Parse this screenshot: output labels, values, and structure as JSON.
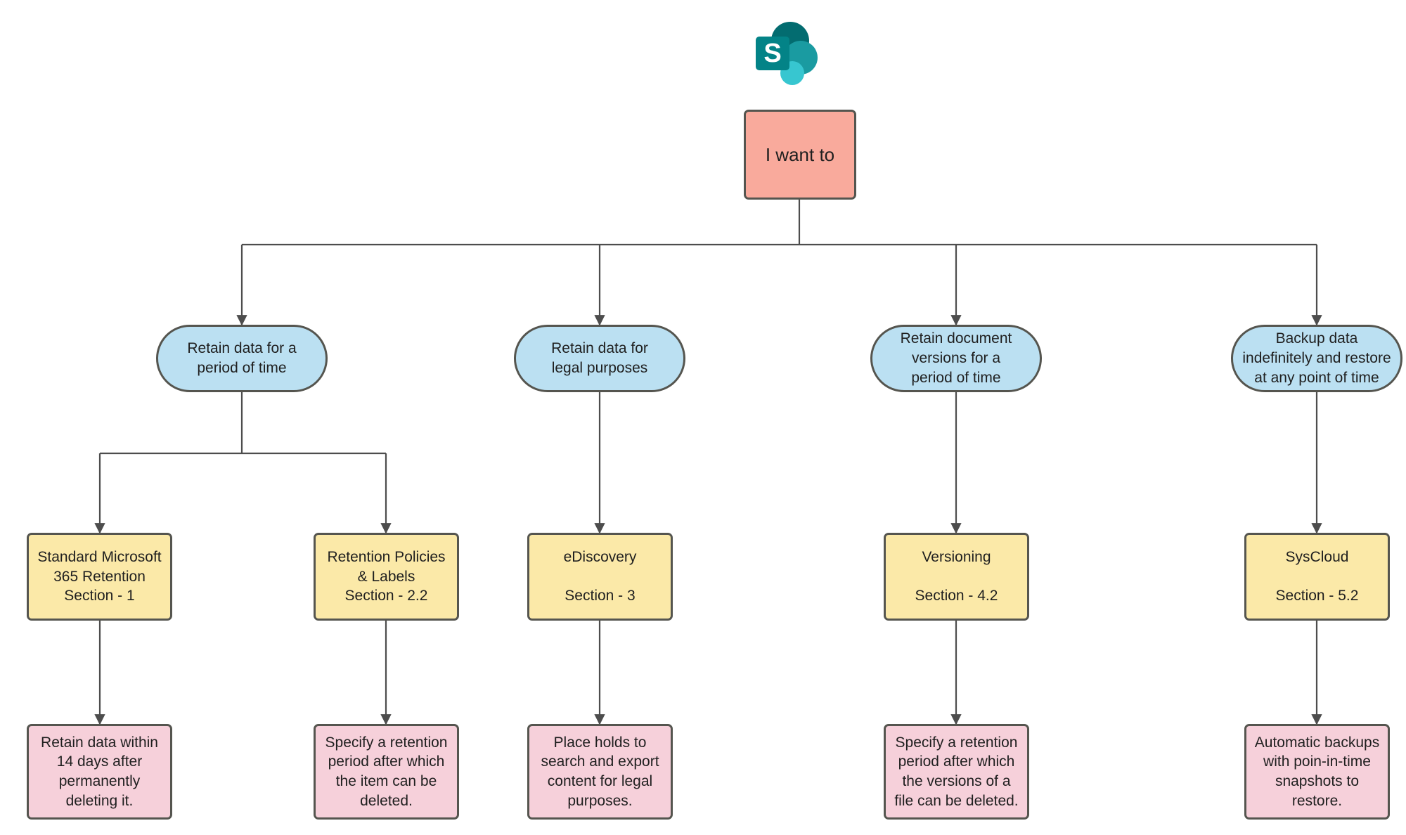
{
  "diagram": {
    "title": "SharePoint data retention decision flowchart",
    "logo": {
      "name": "sharepoint-logo",
      "letter": "S",
      "colors": {
        "dark_teal": "#036c70",
        "mid_teal": "#1a9ba1",
        "light_teal": "#37c6d0",
        "tile": "#038387"
      }
    },
    "colors": {
      "root_fill": "#f9aa9c",
      "option_fill": "#bbe0f2",
      "feature_fill": "#fbe9a8",
      "detail_fill": "#f6d0da",
      "stroke": "#55554f",
      "edge": "#4d4d4d",
      "text": "#1f1f1f"
    },
    "root": {
      "id": "root",
      "label": "I want to"
    },
    "options": [
      {
        "id": "opt1",
        "label": "Retain data for a\nperiod of time"
      },
      {
        "id": "opt2",
        "label": "Retain data for\nlegal purposes"
      },
      {
        "id": "opt3",
        "label": "Retain document\nversions for a\nperiod of time"
      },
      {
        "id": "opt4",
        "label": "Backup data\nindefinitely and restore\nat any point of time"
      }
    ],
    "features": [
      {
        "id": "feat1",
        "label": "Standard Microsoft\n365 Retention\nSection - 1"
      },
      {
        "id": "feat2",
        "label": "Retention Policies\n& Labels\nSection - 2.2"
      },
      {
        "id": "feat3",
        "label": "eDiscovery\n\nSection - 3"
      },
      {
        "id": "feat4",
        "label": "Versioning\n\nSection - 4.2"
      },
      {
        "id": "feat5",
        "label": "SysCloud\n\nSection - 5.2"
      }
    ],
    "details": [
      {
        "id": "det1",
        "label": "Retain data within\n14 days after\npermanently\ndeleting it."
      },
      {
        "id": "det2",
        "label": "Specify a retention\nperiod after which\nthe item can be\ndeleted."
      },
      {
        "id": "det3",
        "label": "Place holds to\nsearch and export\ncontent for legal\npurposes."
      },
      {
        "id": "det4",
        "label": "Specify a retention\nperiod after which\nthe versions of a\nfile can be deleted."
      },
      {
        "id": "det5",
        "label": "Automatic backups\nwith poin-in-time\nsnapshots to\nrestore."
      }
    ]
  }
}
